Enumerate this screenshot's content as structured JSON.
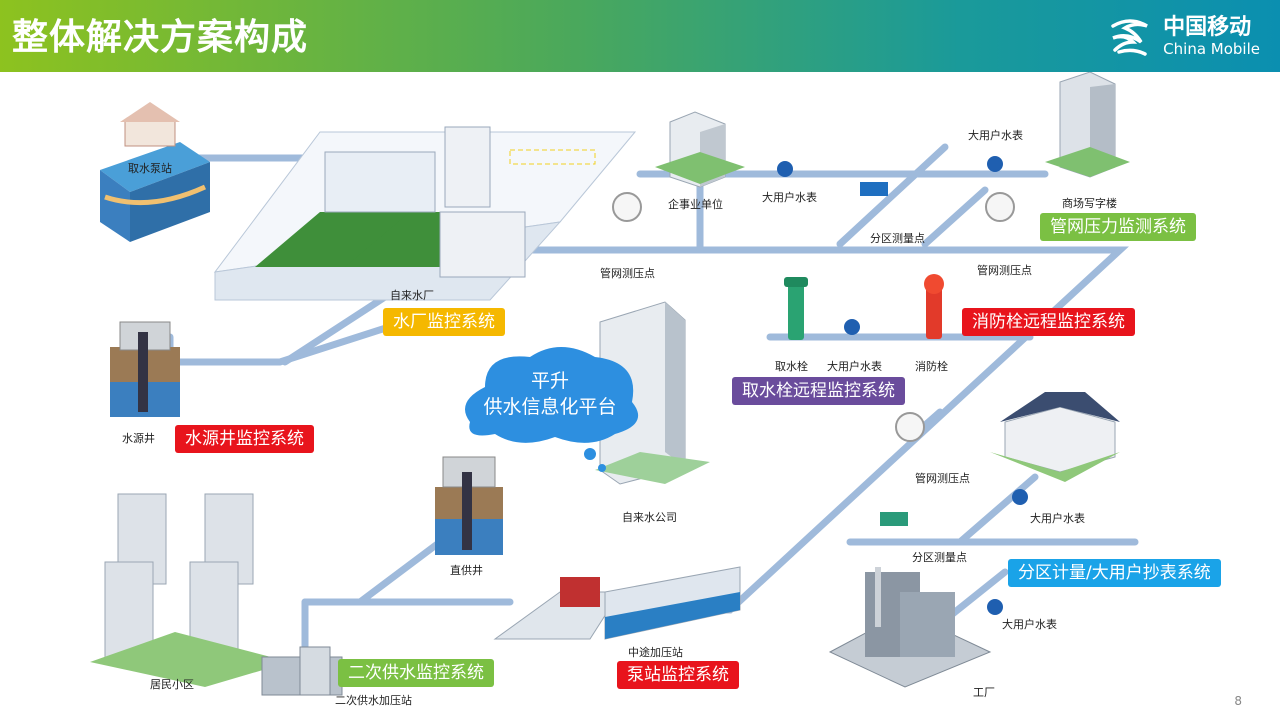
{
  "header": {
    "title": "整体解决方案构成"
  },
  "brand": {
    "name_cn": "中国移动",
    "name_en": "China Mobile"
  },
  "labels": {
    "intake_station": "取水泵站",
    "water_plant": "自来水厂",
    "source_well": "水源井",
    "enterprise": "企事业单位",
    "meter_a": "大用户水表",
    "zone_point_a": "分区测量点",
    "pressure_a": "管网测压点",
    "meter_b": "大用户水表",
    "office": "商场写字楼",
    "pressure_b": "管网测压点",
    "hydrant_take": "取水栓",
    "meter_c": "大用户水表",
    "fire_hydrant": "消防栓",
    "water_company": "自来水公司",
    "pressure_c": "管网测压点",
    "meter_d": "大用户水表",
    "zone_point_b": "分区测量点",
    "direct_well": "直供井",
    "residential": "居民小区",
    "secondary_station": "二次供水加压站",
    "booster_station": "中途加压站",
    "meter_e": "大用户水表",
    "factory": "工厂"
  },
  "cloud": {
    "line1": "平升",
    "line2": "供水信息化平台"
  },
  "systems": [
    {
      "text": "水厂监控系统",
      "color": "#f5b800"
    },
    {
      "text": "水源井监控系统",
      "color": "#e8141c"
    },
    {
      "text": "管网压力监测系统",
      "color": "#7bc043"
    },
    {
      "text": "消防栓远程监控系统",
      "color": "#e8141c"
    },
    {
      "text": "取水栓远程监控系统",
      "color": "#6a4c9c"
    },
    {
      "text": "分区计量/大用户抄表系统",
      "color": "#1aa3e8"
    },
    {
      "text": "二次供水监控系统",
      "color": "#7bc043"
    },
    {
      "text": "泵站监控系统",
      "color": "#e8141c"
    }
  ],
  "page_number": "8"
}
